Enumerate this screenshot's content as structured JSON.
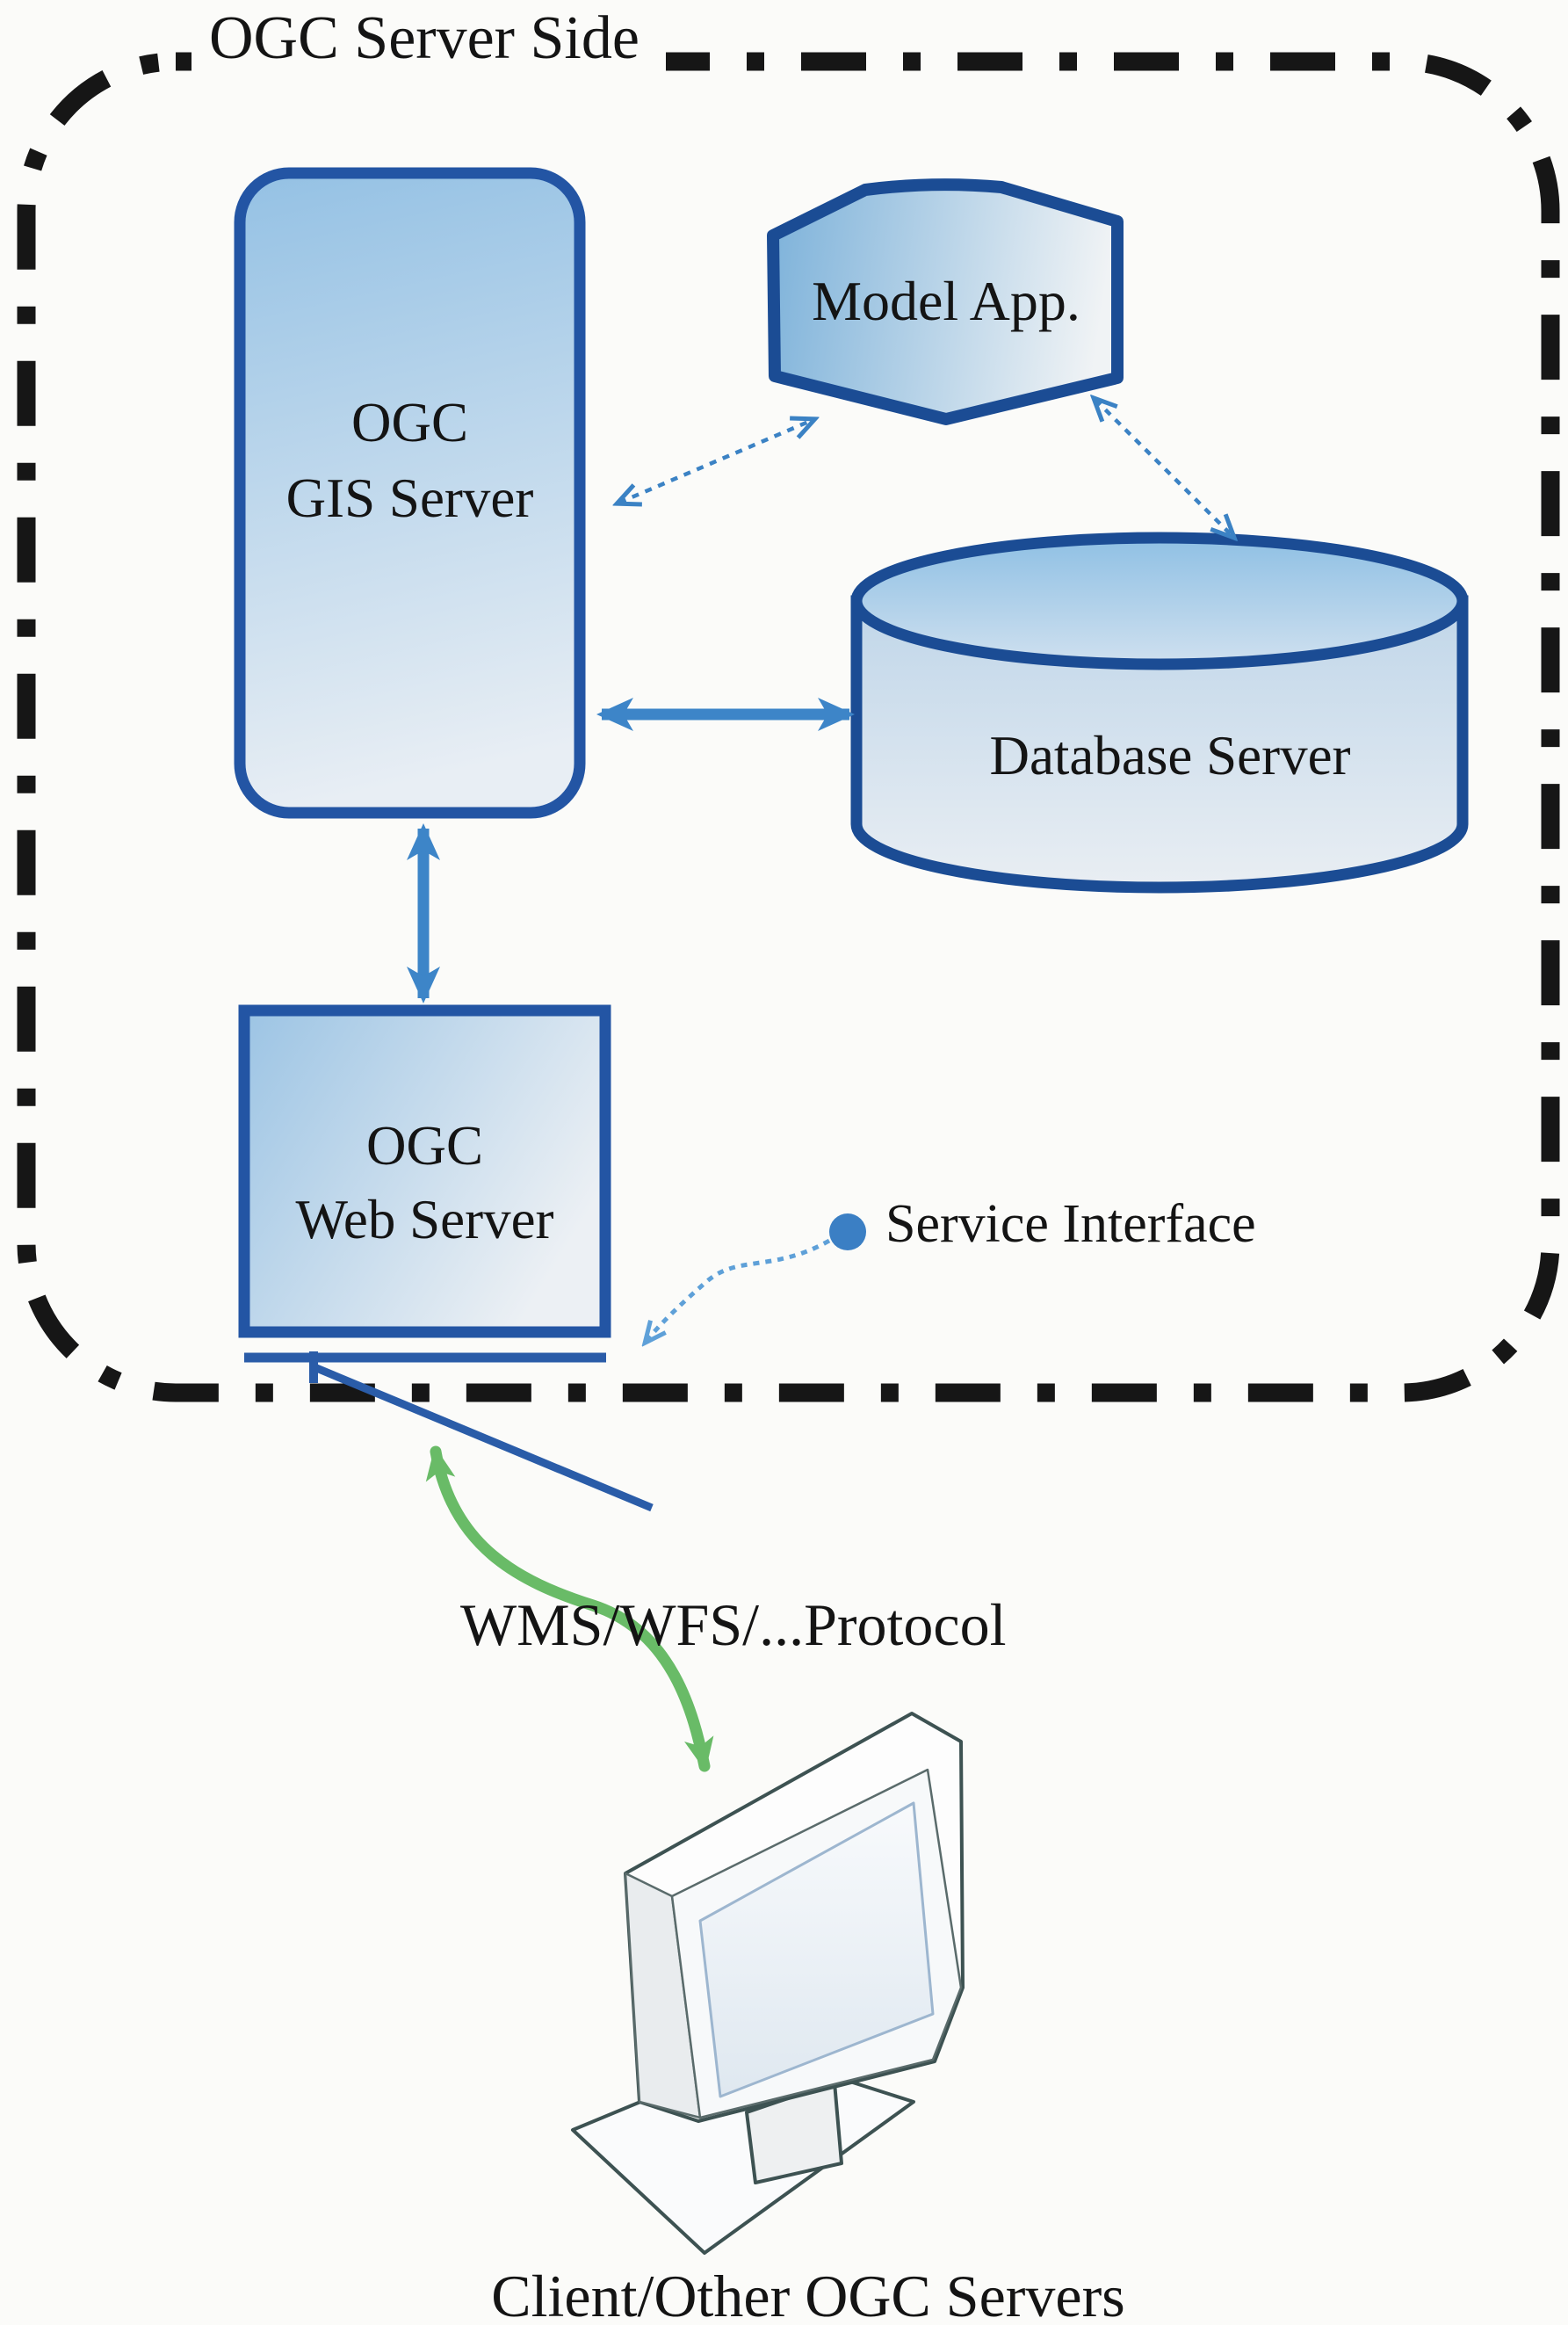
{
  "title": "OGC Server Side",
  "nodes": {
    "gis_server": {
      "line1": "OGC",
      "line2": "GIS Server"
    },
    "model_app": {
      "label": "Model App."
    },
    "database_server": {
      "label": "Database Server"
    },
    "web_server": {
      "line1": "OGC",
      "line2": "Web Server"
    }
  },
  "labels": {
    "service_interface": "Service Interface",
    "protocol": "WMS/WFS/...Protocol",
    "client": "Client/Other OGC Servers"
  },
  "colors": {
    "background": "#fbfbf9",
    "boundary_dash": "#161616",
    "rect_border": "#2355a4",
    "shape_border_dark": "#1b4c94",
    "gis_fill_top": "#94c1e4",
    "gis_fill_bottom": "#e8eef4",
    "model_fill_left": "#7db2da",
    "model_fill_right": "#f0f3f5",
    "web_fill_start": "#9cc4e4",
    "web_fill_end": "#ecf0f4",
    "cyl_top_start": "#8fc0e4",
    "cyl_top_end": "#cfe0ef",
    "cyl_body_start": "#c0d6e9",
    "cyl_body_end": "#e9eef3",
    "arrow_solid": "#3d85c8",
    "arrow_dashed": "#3b82c4",
    "service_arrow": "#5ea0d8",
    "service_dot": "#3b7fc4",
    "connector": "#2a5ca8",
    "green_arrow": "#69bb67",
    "monitor_outline": "#3d5252",
    "screen_top": "#f8fafc",
    "screen_bottom": "#dfe8f0",
    "text": "#141414"
  }
}
